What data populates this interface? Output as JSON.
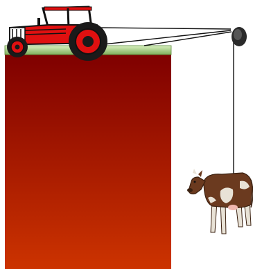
{
  "scene": {
    "objects": [
      "tractor",
      "cliff",
      "pulley",
      "rope",
      "cow"
    ],
    "colors": {
      "cliff_top": "#7f0000",
      "cliff_bottom": "#cc3300",
      "grass": "#9ccc7a",
      "tractor_body": "#e01010",
      "tractor_dark": "#1a1a1a",
      "rope": "#111111",
      "pulley": "#2a2a2a",
      "cow_body": "#6b3a1f",
      "cow_patch": "#e8e2d6"
    }
  }
}
